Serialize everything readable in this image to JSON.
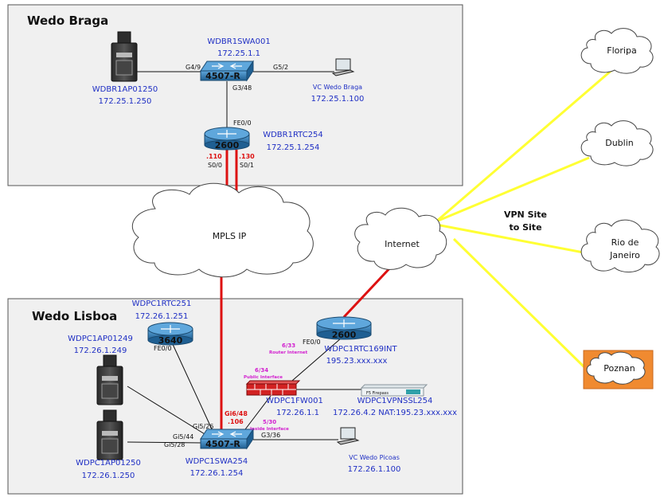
{
  "sites": {
    "braga": {
      "title": "Wedo Braga"
    },
    "lisboa": {
      "title": "Wedo Lisboa"
    }
  },
  "devices": {
    "wdbr1swa001": {
      "name": "WDBR1SWA001",
      "ip": "172.25.1.1",
      "model": "4507-R"
    },
    "wdbr1ap01250": {
      "name": "WDBR1AP01250",
      "ip": "172.25.1.250"
    },
    "vc_braga": {
      "name": "VC Wedo Braga",
      "ip": "172.25.1.100"
    },
    "wdbr1rtc254": {
      "name": "WDBR1RTC254",
      "ip": "172.25.1.254",
      "model": "2600"
    },
    "wdpc1rtc251": {
      "name": "WDPC1RTC251",
      "ip": "172.26.1.251",
      "model": "3640"
    },
    "wdpc1ap01249": {
      "name": "WDPC1AP01249",
      "ip": "172.26.1.249"
    },
    "wdpc1ap01250": {
      "name": "WDPC1AP01250",
      "ip": "172.26.1.250"
    },
    "wdpc1rtc169int": {
      "name": "WDPC1RTC169INT",
      "ip": "195.23.xxx.xxx",
      "model": "2600"
    },
    "wdpc1fw001": {
      "name": "WDPC1FW001",
      "ip": "172.26.1.1"
    },
    "wdpc1vpnssl254": {
      "name": "WDPC1VPNSSL254",
      "ip": "172.26.4.2 NAT:195.23.xxx.xxx",
      "badge": "F5 Firepass"
    },
    "wdpc1swa254": {
      "name": "WDPC1SWA254",
      "ip": "172.26.1.254",
      "model": "4507-R"
    },
    "vc_picoas": {
      "name": "VC Wedo Picoas",
      "ip": "172.26.1.100"
    }
  },
  "ports": {
    "g4_9": "G4/9",
    "g5_2": "G5/2",
    "g3_48": "G3/48",
    "fe0_0_braga": "FE0/0",
    "s0_0_ip": ".110",
    "s0_0": "S0/0",
    "s0_1_ip": ".130",
    "s0_1": "S0/1",
    "fe0_0_3640": "FE0/0",
    "fe0_0_169": "FE0/0",
    "gi5_26": "Gi5/26",
    "gi5_44": "Gi5/44",
    "gi5_28": "Gi5/28",
    "gi6_48": "Gi6/48",
    "gi6_48_ip": ".106",
    "g3_36": "G3/36",
    "p6_33": "6/33",
    "router_internet": "Router Internet",
    "p6_34": "6/34",
    "public_interface": "Public Interface",
    "p5_30": "5/30",
    "inside_interface": "Inside Interface"
  },
  "clouds": {
    "mpls": "MPLS IP",
    "internet": "Internet",
    "floripa": "Floripa",
    "dublin": "Dublin",
    "rio_line1": "Rio de",
    "rio_line2": "Janeiro",
    "poznan": "Poznan"
  },
  "vpn": {
    "line1": "VPN Site",
    "line2": "to Site"
  },
  "colors": {
    "site_bg": "#f0f0f0",
    "device_blue": "#2f7fb8",
    "link_red": "#dd1111",
    "vpn_yellow": "#ffff33",
    "poznan_orange": "#f08a30"
  }
}
